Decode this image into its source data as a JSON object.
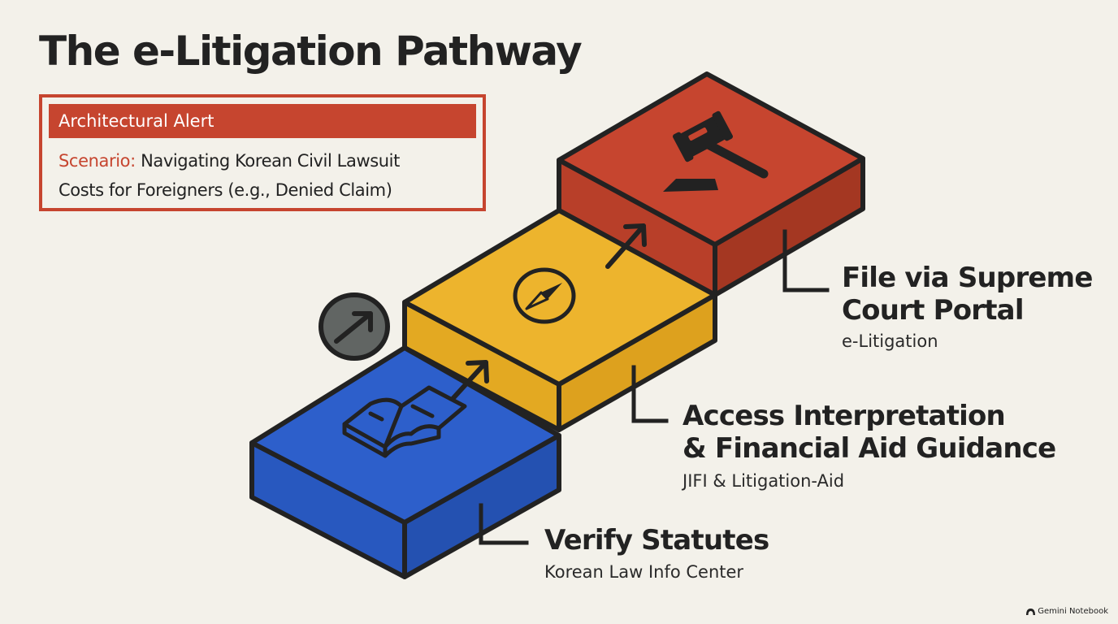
{
  "title": "The e-Litigation Pathway",
  "alert": {
    "label": "Architectural Alert",
    "scenario_label": "Scenario:",
    "scenario_line1": "Navigating Korean Civil Lawsuit",
    "scenario_line2": "Costs for Foreigners (e.g., Denied Claim)"
  },
  "steps": [
    {
      "title_lines": [
        "Verify Statutes"
      ],
      "subtitle": "Korean Law Info Center",
      "color": "#2D5FCB",
      "icon": "open-book-icon"
    },
    {
      "title_lines": [
        "Access Interpretation",
        "& Financial Aid Guidance"
      ],
      "subtitle": "JIFI & Litigation-Aid",
      "color": "#EDB42D",
      "icon": "compass-icon"
    },
    {
      "title_lines": [
        "File via Supreme",
        "Court Portal"
      ],
      "subtitle": "e-Litigation",
      "color": "#C6452F",
      "icon": "gavel-icon"
    }
  ],
  "colors": {
    "accent": "#C6452F",
    "outline": "#222222",
    "background": "#F3F1EA",
    "badge": "#616563"
  },
  "side_icon": "arrow-badge-icon",
  "footer": {
    "brand": "Gemini Notebook",
    "icon": "spark-icon"
  }
}
